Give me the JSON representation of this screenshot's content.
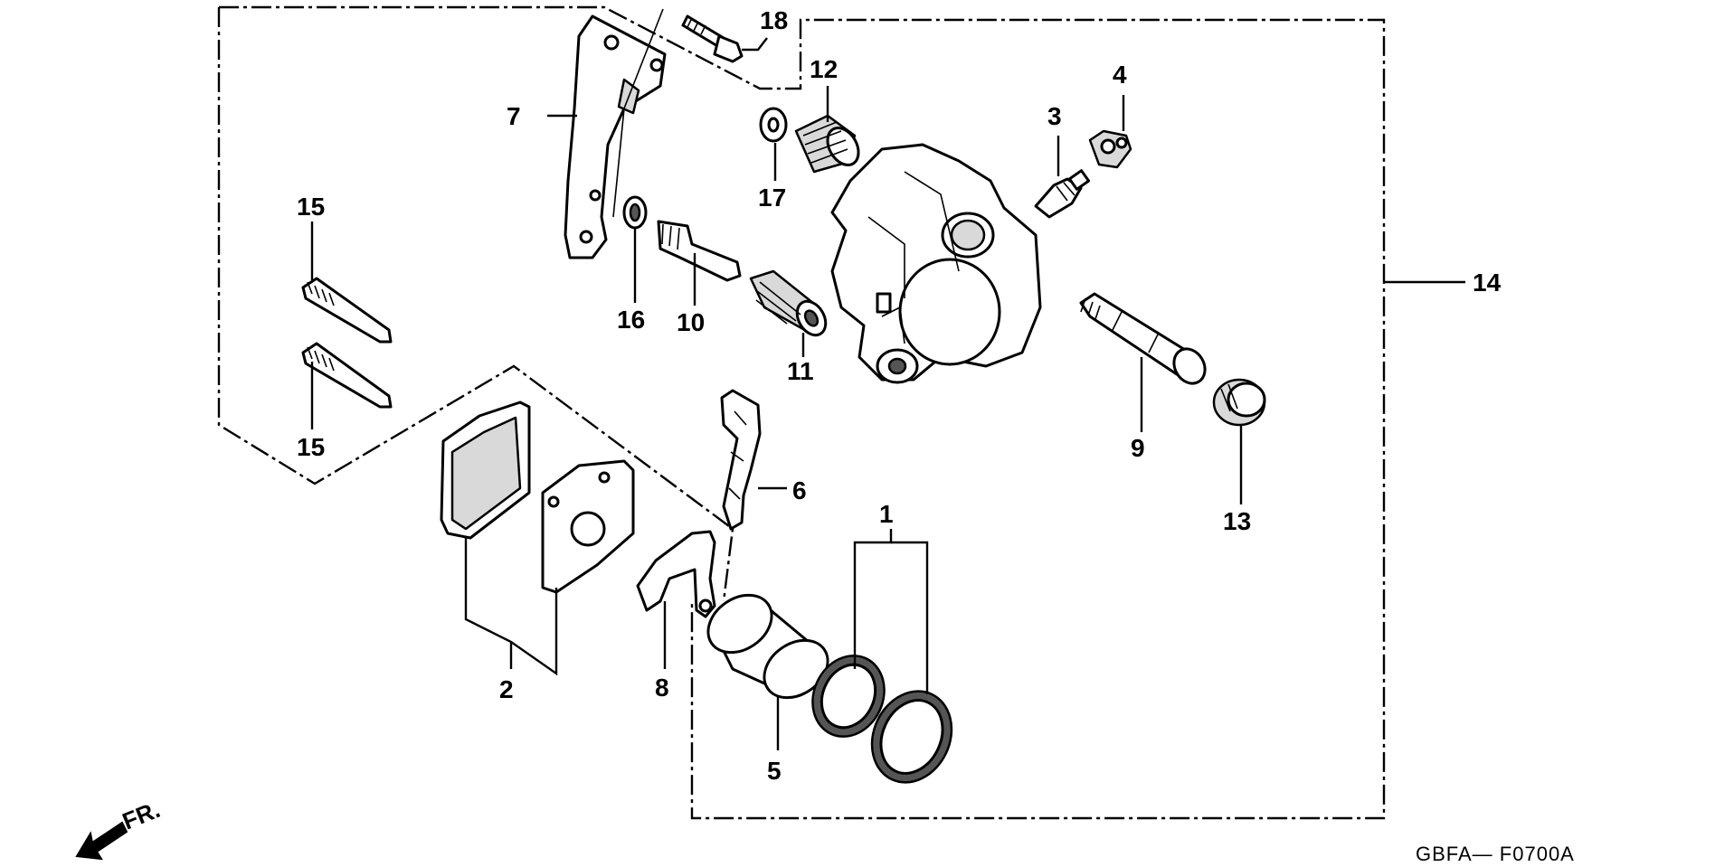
{
  "diagram": {
    "parts": [
      {
        "id": "p1",
        "number": "1"
      },
      {
        "id": "p2",
        "number": "2"
      },
      {
        "id": "p3",
        "number": "3"
      },
      {
        "id": "p4",
        "number": "4"
      },
      {
        "id": "p5",
        "number": "5"
      },
      {
        "id": "p6",
        "number": "6"
      },
      {
        "id": "p7",
        "number": "7"
      },
      {
        "id": "p8",
        "number": "8"
      },
      {
        "id": "p9",
        "number": "9"
      },
      {
        "id": "p10",
        "number": "10"
      },
      {
        "id": "p11",
        "number": "11"
      },
      {
        "id": "p12",
        "number": "12"
      },
      {
        "id": "p13",
        "number": "13"
      },
      {
        "id": "p14",
        "number": "14"
      },
      {
        "id": "p15a",
        "number": "15"
      },
      {
        "id": "p15b",
        "number": "15"
      },
      {
        "id": "p16",
        "number": "16"
      },
      {
        "id": "p17",
        "number": "17"
      },
      {
        "id": "p18",
        "number": "18"
      }
    ],
    "direction_label": "FR.",
    "figure_code": "GBFA—  F0700A"
  }
}
